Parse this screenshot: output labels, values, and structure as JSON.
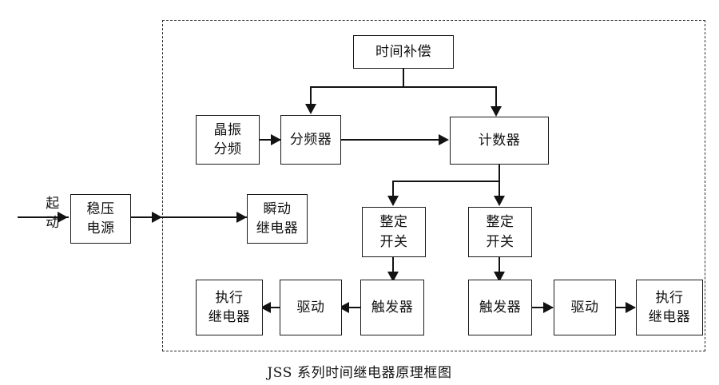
{
  "diagram": {
    "caption": "JSS 系列时间继电器原理框图",
    "dashed_region_label": "enclosure-boundary",
    "colors": {
      "line": "#121212",
      "box_border": "#1a1a1a",
      "dashed_border": "#2a2a2a",
      "text": "#111111",
      "background": "#ffffff"
    },
    "external_labels": [
      {
        "name": "start-signal",
        "text": "起\n动"
      }
    ],
    "blocks": [
      {
        "id": "regulated-power-supply",
        "text": "稳压\n电源"
      },
      {
        "id": "instantaneous-relay",
        "text": "瞬动\n继电器"
      },
      {
        "id": "time-compensation",
        "text": "时间补偿"
      },
      {
        "id": "crystal-oscillator-divider",
        "text": "晶振\n分频"
      },
      {
        "id": "frequency-divider",
        "text": "分频器"
      },
      {
        "id": "counter",
        "text": "计数器"
      },
      {
        "id": "setting-switch-left",
        "text": "整定\n开关"
      },
      {
        "id": "setting-switch-right",
        "text": "整定\n开关"
      },
      {
        "id": "trigger-left",
        "text": "触发器"
      },
      {
        "id": "trigger-right",
        "text": "触发器"
      },
      {
        "id": "driver-left",
        "text": "驱动"
      },
      {
        "id": "driver-right",
        "text": "驱动"
      },
      {
        "id": "output-relay-left",
        "text": "执行\n继电器"
      },
      {
        "id": "output-relay-right",
        "text": "执行\n继电器"
      }
    ],
    "connections": [
      {
        "from": "start-signal",
        "to": "regulated-power-supply"
      },
      {
        "from": "regulated-power-supply",
        "to": "instantaneous-relay"
      },
      {
        "from": "time-compensation",
        "to": "frequency-divider"
      },
      {
        "from": "time-compensation",
        "to": "counter"
      },
      {
        "from": "crystal-oscillator-divider",
        "to": "frequency-divider"
      },
      {
        "from": "frequency-divider",
        "to": "counter"
      },
      {
        "from": "counter",
        "to": "setting-switch-left"
      },
      {
        "from": "counter",
        "to": "setting-switch-right"
      },
      {
        "from": "setting-switch-left",
        "to": "trigger-left"
      },
      {
        "from": "setting-switch-right",
        "to": "trigger-right"
      },
      {
        "from": "trigger-left",
        "to": "driver-left"
      },
      {
        "from": "driver-left",
        "to": "output-relay-left"
      },
      {
        "from": "trigger-right",
        "to": "driver-right"
      },
      {
        "from": "driver-right",
        "to": "output-relay-right"
      }
    ]
  }
}
